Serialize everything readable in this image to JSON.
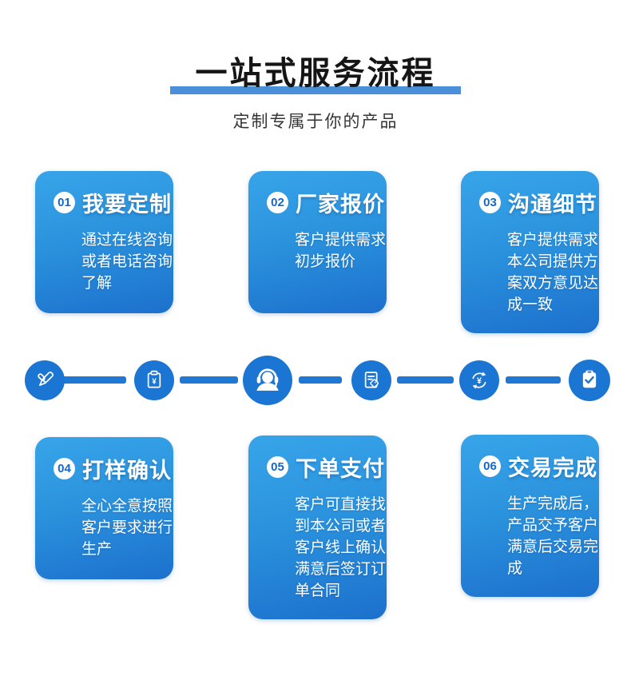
{
  "header": {
    "title": "一站式服务流程",
    "subtitle": "定制专属于你的产品"
  },
  "steps": [
    {
      "num": "01",
      "title": "我要定制",
      "desc": "通过在线咨询或者电话咨询了解"
    },
    {
      "num": "02",
      "title": "厂家报价",
      "desc": "客户提供需求初步报价"
    },
    {
      "num": "03",
      "title": "沟通细节",
      "desc": "客户提供需求本公司提供方案双方意见达成一致"
    },
    {
      "num": "04",
      "title": "打样确认",
      "desc": "全心全意按照客户要求进行生产"
    },
    {
      "num": "05",
      "title": "下单支付",
      "desc": "客户可直接找到本公司或者客户线上确认满意后签订订单合同"
    },
    {
      "num": "06",
      "title": "交易完成",
      "desc": "生产完成后，产品交予客户满意后交易完成"
    }
  ],
  "icons": [
    {
      "name": "pen-design-icon"
    },
    {
      "name": "quote-clipboard-icon",
      "symbol": "¥"
    },
    {
      "name": "customer-service-icon"
    },
    {
      "name": "order-document-icon"
    },
    {
      "name": "payment-exchange-icon",
      "symbol": "¥"
    },
    {
      "name": "deal-complete-icon"
    }
  ],
  "colors": {
    "card_gradient_top": "#37a4e9",
    "card_gradient_bottom": "#1c70cd",
    "icon_circle": "#1b76d3",
    "connector_line": "#1f79d4",
    "title_underline": "#4a90d9",
    "step_number_text": "#1368c8",
    "title_text": "#151515"
  }
}
